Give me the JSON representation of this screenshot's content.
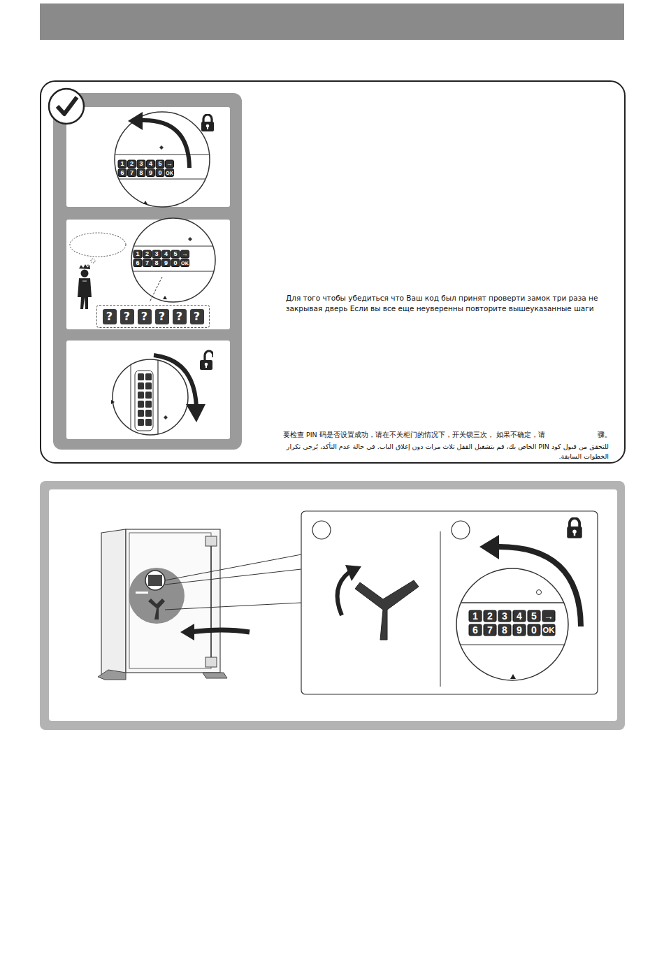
{
  "diagram": {
    "nodes": [
      {
        "text": [
          "Для того чтобы убедиться что Ваш код был принят проверти замок три раза не закрывая дверь Если вы все еще неуверенны повторите вышеуказанные шаги",
          "要检查 PIN 码是否设置成功，请在不关柜门的情况下，开关锁三次， 如果不确定，请",
          "骤。",
          "للتحقق من قبول كود PIN الخاص بك، قم بتشغيل القفل ثلاث مرات دون إغلاق الباب. في حالة عدم التأكد، يُرجى تكرار الخطوات السابقة."
        ]
      },
      {
        "text": [
          "?",
          "?",
          "?",
          "?",
          "?",
          "?"
        ],
        "in": 0
      }
    ],
    "labels": [
      "1",
      "2",
      "3",
      "4",
      "5",
      "→",
      "6",
      "7",
      "8",
      "9",
      "0",
      "OK",
      "1",
      "2",
      "3",
      "4",
      "5",
      "→",
      "6",
      "7",
      "8",
      "9",
      "0",
      "OK",
      "1",
      "2",
      "3",
      "4",
      "5",
      "→",
      "6",
      "7",
      "8",
      "9",
      "0",
      "OK"
    ]
  }
}
